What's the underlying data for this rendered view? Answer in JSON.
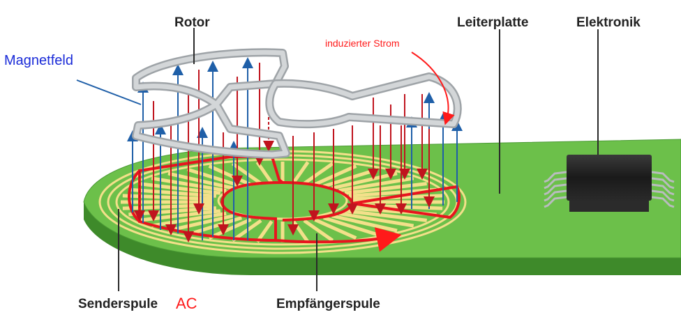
{
  "labels": {
    "rotor": "Rotor",
    "magnetic_field": "Magnetfeld",
    "induced_current": "induzierter Strom",
    "pcb": "Leiterplatte",
    "electronics": "Elektronik",
    "transmitter_coil": "Senderspule",
    "ac": "AC",
    "receiver_coil": "Empfängerspule"
  },
  "colors": {
    "pcb_green": "#6cc04a",
    "pcb_edge": "#3e8a2a",
    "trace_yellow": "#f3e08a",
    "receiver_red": "#e8141e",
    "field_blue": "#1f5fa8",
    "field_red": "#c0141e",
    "rotor_gray": "#bfc3c6",
    "chip_black": "#1e1e1e",
    "label_dark": "#222222",
    "label_blue": "#1a2bd8",
    "label_red": "#ff1a1a"
  }
}
